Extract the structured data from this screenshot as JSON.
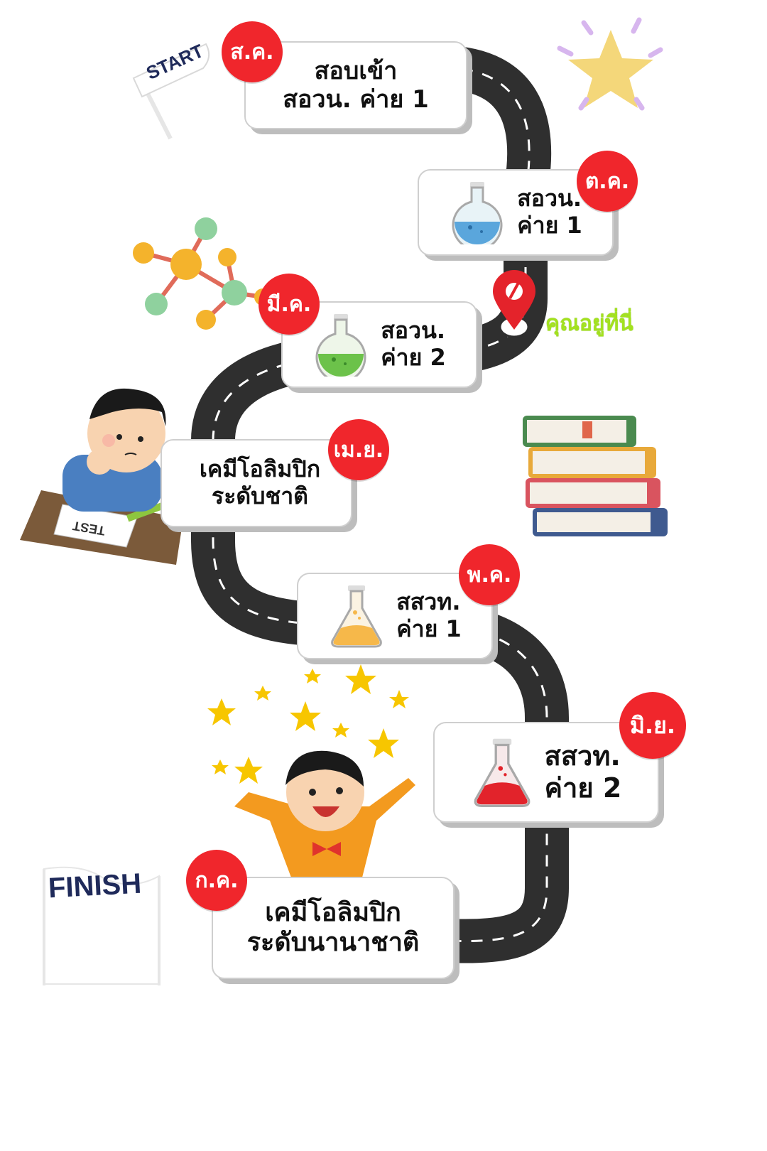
{
  "start_label": "START",
  "finish_label": "FINISH",
  "you_are_here": "คุณอยู่ที่นี่",
  "test_label": "TEST",
  "colors": {
    "badge": "#f0262c",
    "road": "#2f2f2f",
    "you_are_here": "#a3e21e"
  },
  "steps": [
    {
      "month": "ส.ค.",
      "line1": "สอบเข้า",
      "line2": "สอวน. ค่าย 1",
      "icon": "none"
    },
    {
      "month": "ต.ค.",
      "line1": "สอวน.",
      "line2": "ค่าย 1",
      "icon": "round-flask-blue-icon"
    },
    {
      "month": "มี.ค.",
      "line1": "สอวน.",
      "line2": "ค่าย 2",
      "icon": "round-flask-green-icon"
    },
    {
      "month": "เม.ย.",
      "line1": "เคมีโอลิมปิก",
      "line2": "ระดับชาติ",
      "icon": "none"
    },
    {
      "month": "พ.ค.",
      "line1": "สสวท.",
      "line2": "ค่าย 1",
      "icon": "conical-flask-orange-icon"
    },
    {
      "month": "มิ.ย.",
      "line1": "สสวท.",
      "line2": "ค่าย 2",
      "icon": "conical-flask-red-icon"
    },
    {
      "month": "ก.ค.",
      "line1": "เคมีโอลิมปิก",
      "line2": "ระดับนานาชาติ",
      "icon": "none"
    }
  ]
}
